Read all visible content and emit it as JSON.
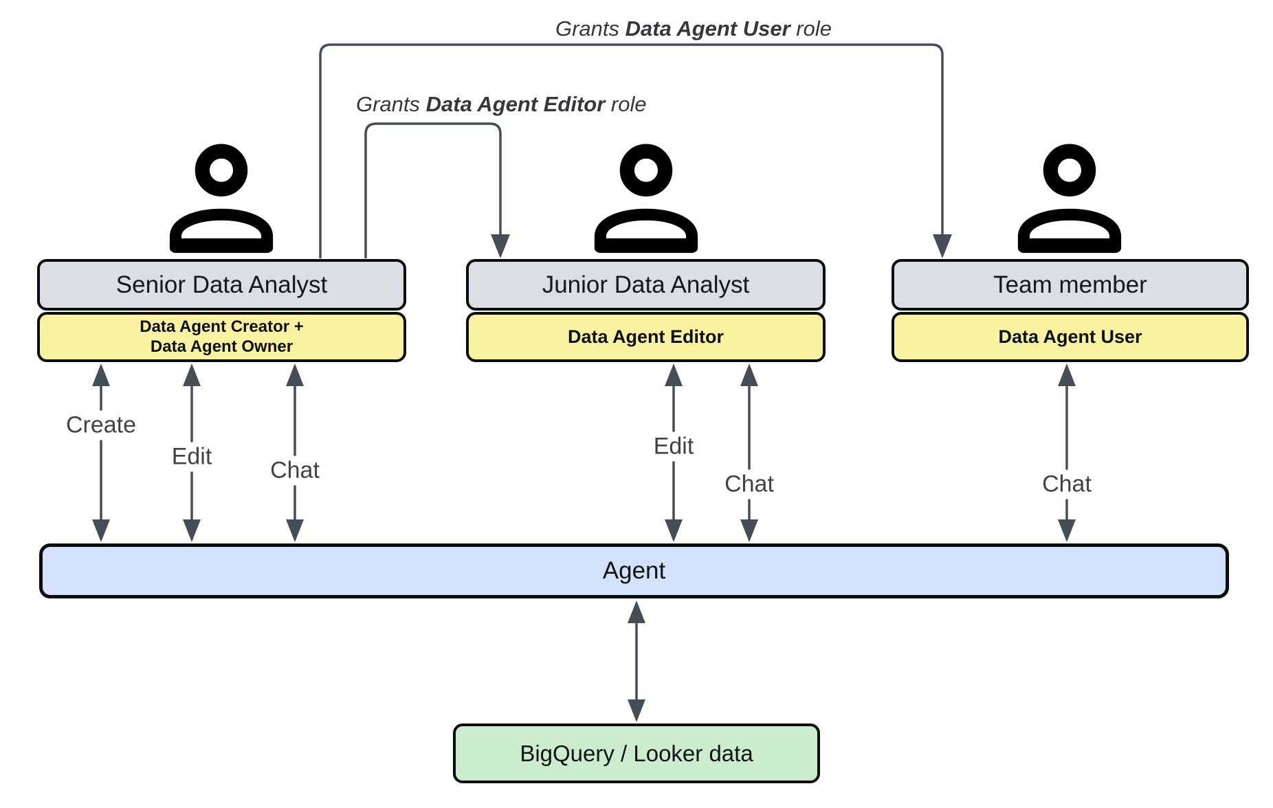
{
  "diagram_title": "Data Agent roles and access diagram",
  "colors": {
    "role-gray": "#dbdfe3",
    "role-yellow": "#f9f3a1",
    "agent-blue": "#d3e1fa",
    "data-green": "#ccedcd",
    "connector": "#454d57"
  },
  "grants": [
    {
      "prefix": "Grants ",
      "strong": "Data Agent User",
      "suffix": " role"
    },
    {
      "prefix": "Grants ",
      "strong": "Data Agent Editor",
      "suffix": " role"
    }
  ],
  "actors": [
    {
      "title": "Senior Data Analyst",
      "role_line1": "Data Agent Creator +",
      "role_line2": "Data Agent Owner",
      "actions": [
        "Create",
        "Edit",
        "Chat"
      ]
    },
    {
      "title": "Junior Data Analyst",
      "role_line1": "Data Agent Editor",
      "actions": [
        "Edit",
        "Chat"
      ]
    },
    {
      "title": "Team member",
      "role_line1": "Data Agent User",
      "actions": [
        "Chat"
      ]
    }
  ],
  "agent": {
    "label": "Agent"
  },
  "datastore": {
    "label": "BigQuery / Looker data"
  },
  "icons": {
    "actor": "person-outline-icon"
  }
}
